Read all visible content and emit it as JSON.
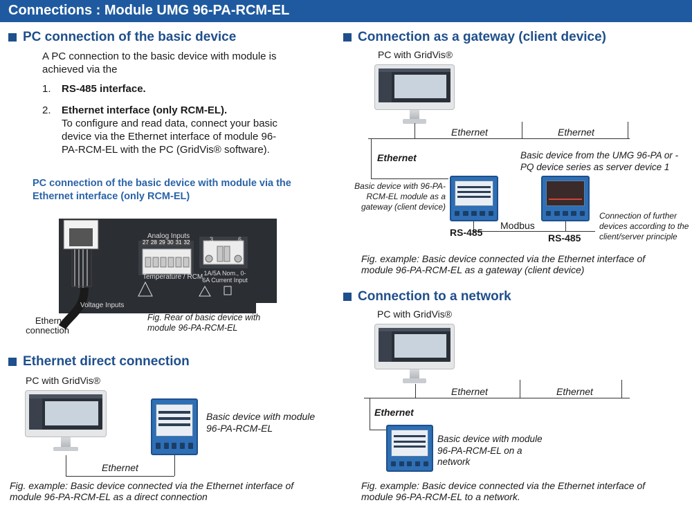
{
  "banner": {
    "title": "Connections : Module UMG 96-PA-RCM-EL"
  },
  "pc_connection": {
    "heading": "PC connection of the basic device",
    "intro": "A PC connection to the basic device with module is achieved via the",
    "items": [
      {
        "num": "1.",
        "title": "RS-485 interface."
      },
      {
        "num": "2.",
        "title": "Ethernet interface (only RCM-EL).",
        "text": "To configure and read data, connect your basic device via the Ethernet interface of module 96-PA-RCM-EL with the PC (GridVis® software)."
      }
    ],
    "subheading": "PC connection of the basic device with module via the Ethernet interface (only RCM-EL)",
    "figure": {
      "analog_label": "Analog Inputs",
      "terminal_numbers": [
        "27",
        "28",
        "29",
        "30",
        "31",
        "32"
      ],
      "temp_label": "Temperature / RCM",
      "current_label": "1A/5A Nom., 0-6A Current Input",
      "term3": "3",
      "term6": "6",
      "voltage_label": "Voltage Inputs",
      "ethernet_label": "Ethernet connection",
      "caption": "Fig. Rear of basic device with module 96-PA-RCM-EL"
    }
  },
  "direct": {
    "heading": "Ethernet direct connection",
    "pc_label": "PC with GridVis®",
    "device_label": "Basic device with module 96-PA-RCM-EL",
    "link_label": "Ethernet",
    "caption": "Fig. example: Basic device connected via the Ethernet interface of module 96-PA-RCM-EL as a direct connection"
  },
  "gateway": {
    "heading": "Connection as a gateway (client device)",
    "pc_label": "PC with GridVis®",
    "eth1": "Ethernet",
    "eth2": "Ethernet",
    "eth_branch": "Ethernet",
    "server_label": "Basic device from the UMG 96-PA or -PQ device series as server device 1",
    "client_label": "Basic device with 96-PA-RCM-EL module as a gateway (client device)",
    "rs485_left": "RS-485",
    "rs485_right": "RS-485",
    "modbus": "Modbus",
    "further_label": "Connection of further devices according to the client/server principle",
    "caption": "Fig. example: Basic device connected via the Ethernet interface of module 96-PA-RCM-EL as a gateway (client device)"
  },
  "network": {
    "heading": "Connection to a network",
    "pc_label": "PC with GridVis®",
    "eth1": "Ethernet",
    "eth2": "Ethernet",
    "eth_branch": "Ethernet",
    "device_label": "Basic device with module 96-PA-RCM-EL on a network",
    "caption": "Fig. example: Basic device connected via the Ethernet interface of module 96-PA-RCM-EL to a network."
  },
  "colors": {
    "banner": "#1f5aa0",
    "heading": "#1f4f8c",
    "subheading": "#2a63a8",
    "device": "#2e6fb5"
  }
}
